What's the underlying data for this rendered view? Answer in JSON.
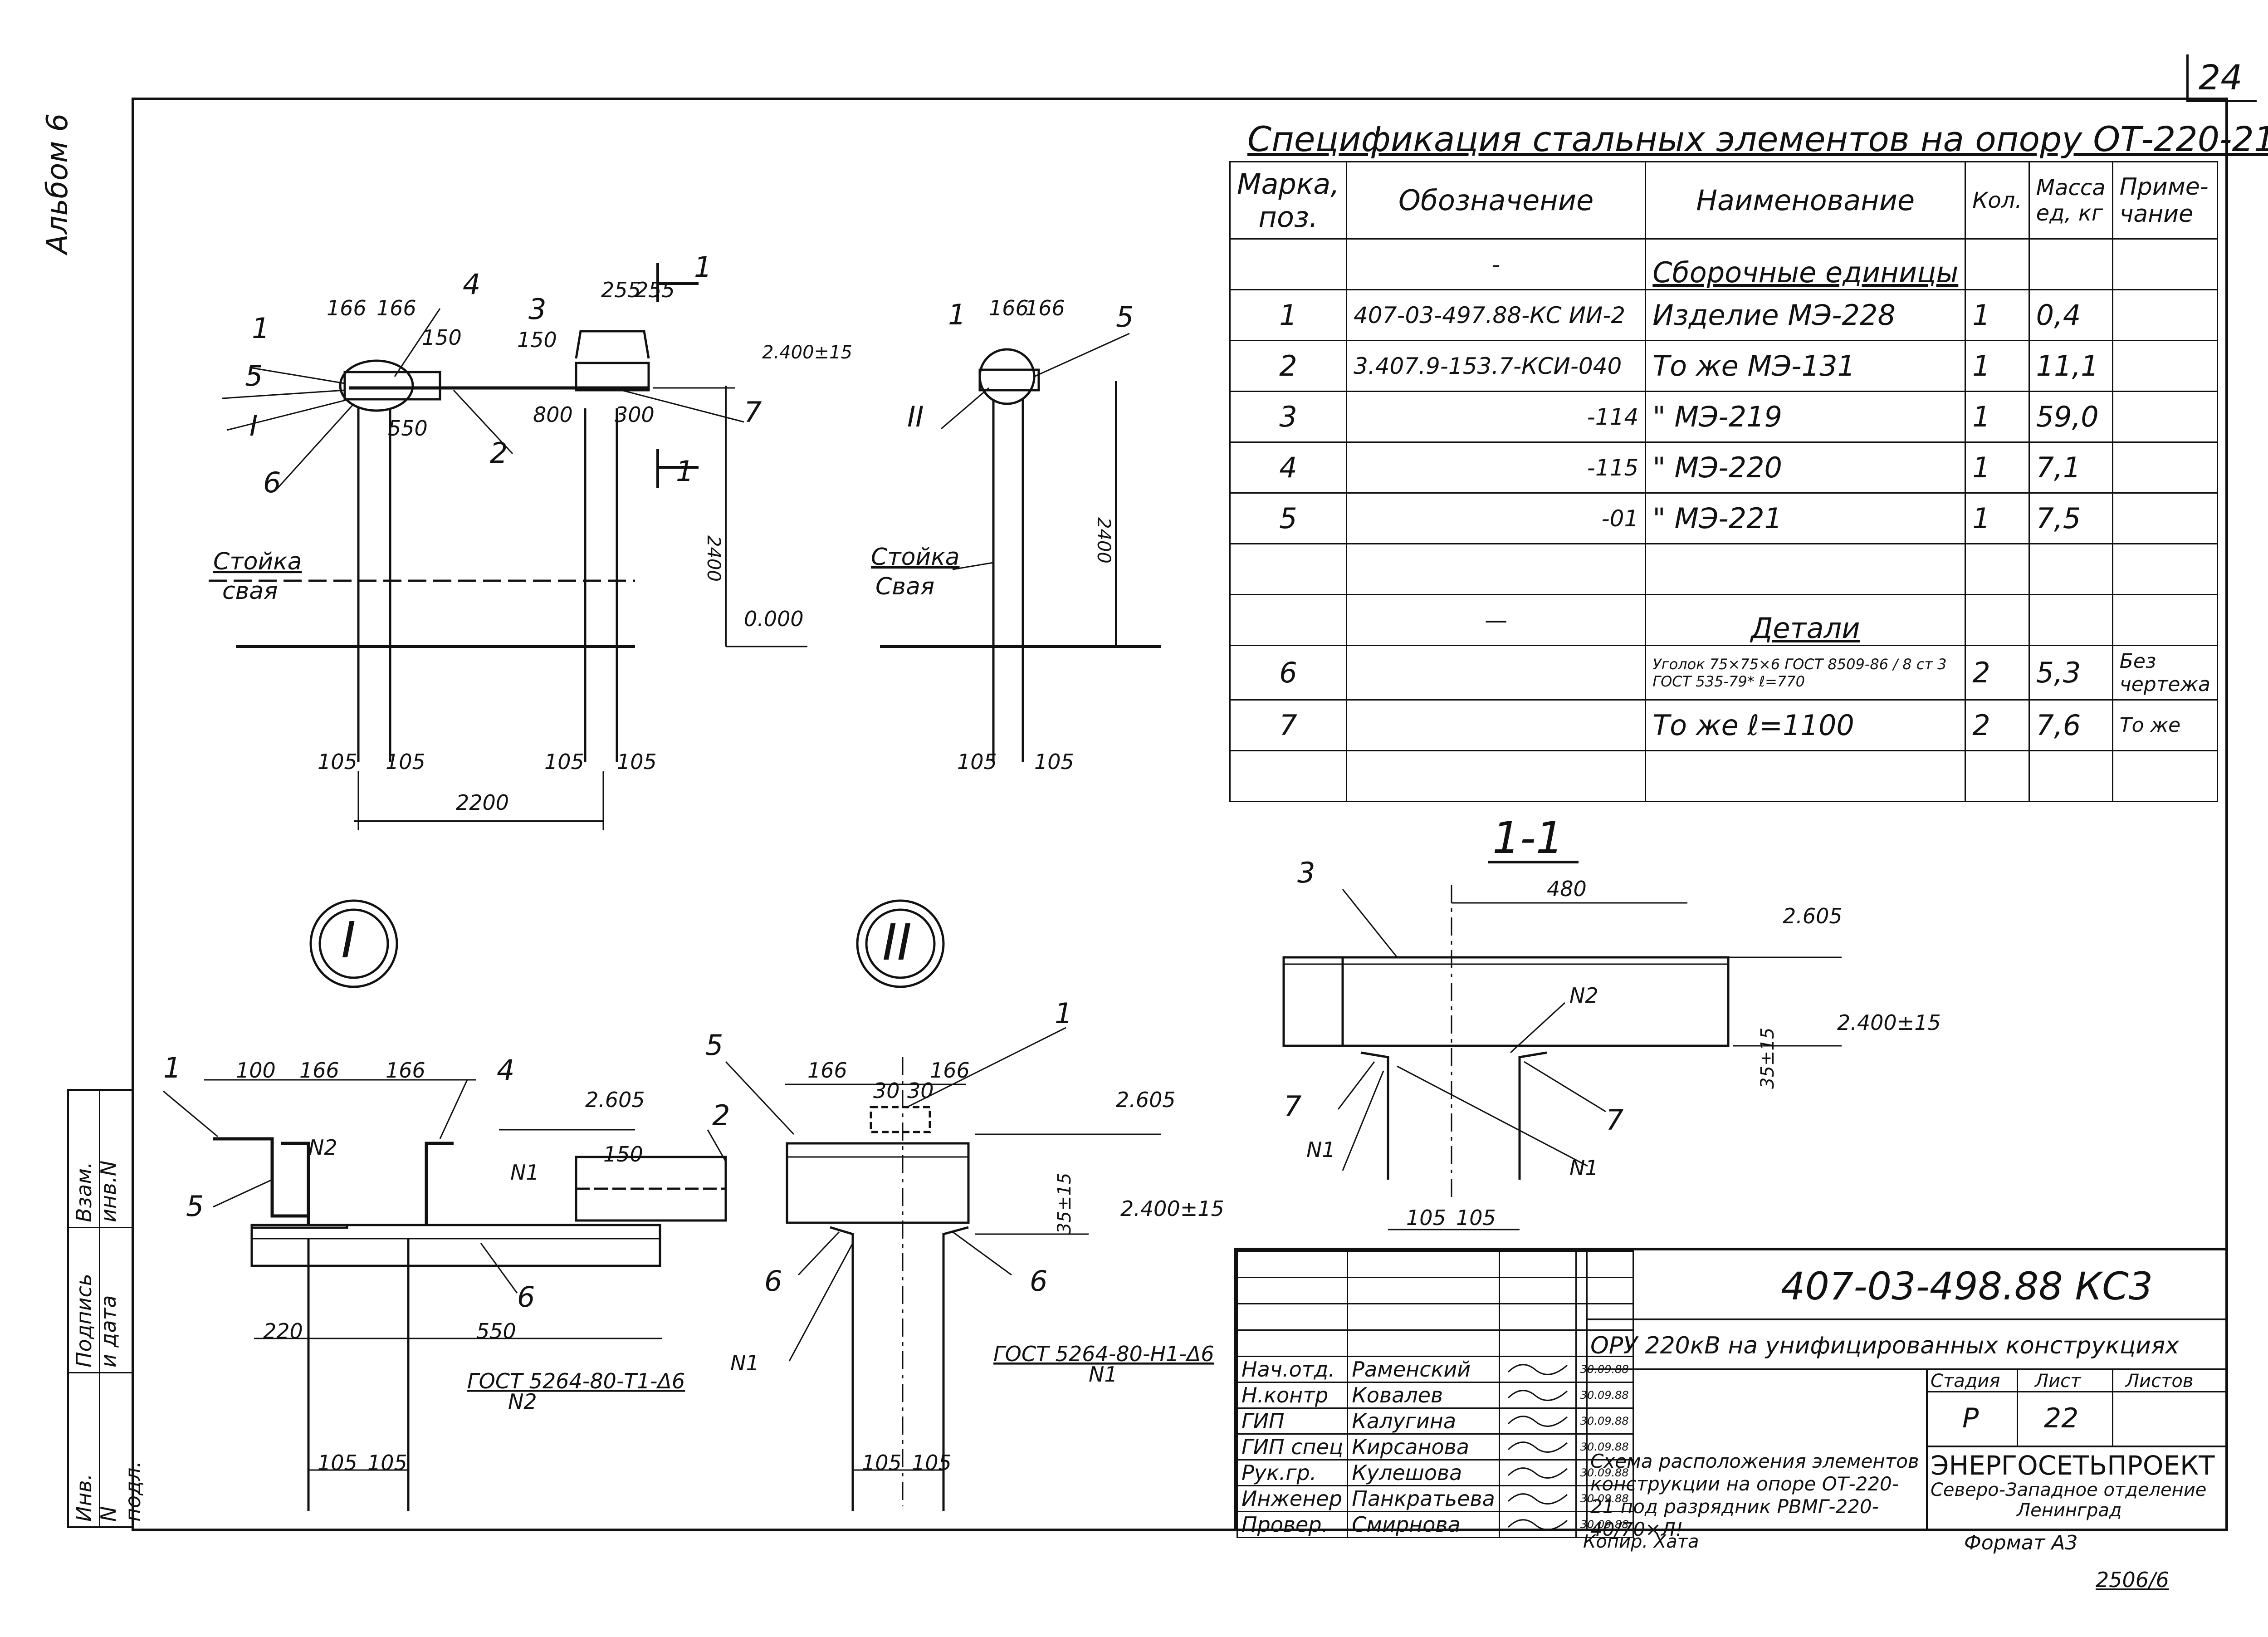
{
  "sheet_corner_number": "24",
  "album_label": "Альбом 6",
  "spec": {
    "title": "Спецификация стальных элементов на опору ОТ-220-21",
    "headers": [
      "Марка, поз.",
      "Обозначение",
      "Наименование",
      "Кол.",
      "Масса ед, кг",
      "Приме-чание"
    ],
    "rows": [
      [
        "",
        "-",
        "Сборочные единицы",
        "",
        "",
        ""
      ],
      [
        "1",
        "407-03-497.88-КС ИИ-2",
        "Изделие   МЭ-228",
        "1",
        "0,4",
        ""
      ],
      [
        "2",
        "3.407.9-153.7-КСИ-040",
        "То же   МЭ-131",
        "1",
        "11,1",
        ""
      ],
      [
        "3",
        "-114",
        "\"   МЭ-219",
        "1",
        "59,0",
        ""
      ],
      [
        "4",
        "-115",
        "\"   МЭ-220",
        "1",
        "7,1",
        ""
      ],
      [
        "5",
        "-01",
        "\"   МЭ-221",
        "1",
        "7,5",
        ""
      ],
      [
        "",
        "",
        "",
        "",
        "",
        ""
      ],
      [
        "",
        "—",
        "Детали",
        "",
        "",
        ""
      ],
      [
        "6",
        "",
        "Уголок 75×75×6 ГОСТ 8509-86 / 8 ст 3 ГОСТ 535-79*  ℓ=770",
        "2",
        "5,3",
        "Без чертежа"
      ],
      [
        "7",
        "",
        "То же   ℓ=1100",
        "2",
        "7,6",
        "То же"
      ],
      [
        "",
        "",
        "",
        "",
        "",
        ""
      ]
    ]
  },
  "drawing": {
    "front": {
      "marks": [
        "1",
        "4",
        "3",
        "5",
        "I",
        "6",
        "2",
        "7"
      ],
      "dims": [
        "166",
        "166",
        "150",
        "255",
        "255",
        "150",
        "550",
        "800",
        "300",
        "2.400±15",
        "2400",
        "0.000",
        "105",
        "105",
        "105",
        "105",
        "2200"
      ],
      "section_mark": "1",
      "label_stoika": "Стойка",
      "label_svaya": "свая"
    },
    "side": {
      "marks": [
        "1",
        "5",
        "II"
      ],
      "dims": [
        "166",
        "166",
        "2400",
        "105",
        "105"
      ],
      "label_stoika": "Стойка",
      "label_svaya": "Свая"
    },
    "detail_I": {
      "circle": "I",
      "marks": [
        "1",
        "4",
        "5",
        "2",
        "6"
      ],
      "dims": [
        "100",
        "166",
        "166",
        "2.605",
        "150",
        "220",
        "550",
        "105",
        "105"
      ],
      "welds": [
        "N2",
        "N1"
      ],
      "gost": "ГОСТ 5264-80-Т1-Δ6",
      "gost_weld": "N2"
    },
    "detail_II": {
      "circle": "II",
      "marks": [
        "5",
        "1",
        "6",
        "6"
      ],
      "dims": [
        "166",
        "166",
        "30",
        "30",
        "2.605",
        "2.400±15",
        "35±15",
        "105",
        "105"
      ],
      "welds": [
        "N1",
        "N1"
      ],
      "gost": "ГОСТ 5264-80-Н1-Δ6"
    },
    "section_1_1": {
      "title": "1-1",
      "marks": [
        "3",
        "7",
        "7"
      ],
      "dims": [
        "480",
        "2.605",
        "2.400±15",
        "35±15",
        "105",
        "105"
      ],
      "welds": [
        "N2",
        "N1",
        "N1"
      ]
    }
  },
  "stamp": {
    "doc_code": "407-03-498.88 КС3",
    "project": "ОРУ 220кВ на унифицированных конструкциях",
    "sheet_title": "Схема расположения элементов конструкции на опоре ОТ-220-21 под разрядник РВМГ-220-40/70×Л!",
    "stage_header": "Стадия",
    "sheet_header": "Лист",
    "sheets_header": "Листов",
    "stage": "Р",
    "sheet": "22",
    "sheets": "",
    "org": "ЭНЕРГОСЕТЬПРОЕКТ",
    "org_sub": "Северо-Западное отделение",
    "city": "Ленинград",
    "people": [
      {
        "role": "Нач.отд.",
        "name": "Раменский",
        "date": "30.09.88"
      },
      {
        "role": "Н.контр",
        "name": "Ковалев",
        "date": "30.09.88"
      },
      {
        "role": "ГИП",
        "name": "Калугина",
        "date": "30.09.88"
      },
      {
        "role": "ГИП спец",
        "name": "Кирсанова",
        "date": "30.09.88"
      },
      {
        "role": "Рук.гр.",
        "name": "Кулешова",
        "date": "30.09.88"
      },
      {
        "role": "Инженер",
        "name": "Панкратьева",
        "date": "30.09.88"
      },
      {
        "role": "Провер.",
        "name": "Смирнова",
        "date": "30.09.88"
      }
    ],
    "copied": "Копир. Хата",
    "format": "Формат А3",
    "inventory": "2506/6"
  },
  "side_strip": {
    "inv_podl": "Инв. N подл.",
    "podpis": "Подпись и дата",
    "vzam": "Взам. инв.N"
  }
}
